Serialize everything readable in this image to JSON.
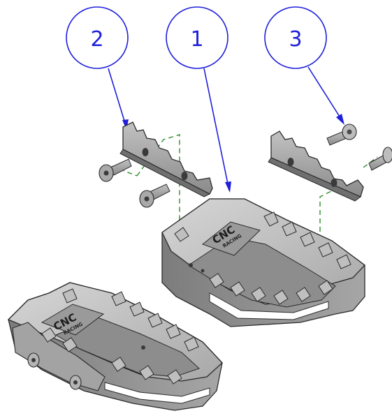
{
  "diagram": {
    "callouts": [
      {
        "id": "callout-2",
        "label": "2"
      },
      {
        "id": "callout-1",
        "label": "1"
      },
      {
        "id": "callout-3",
        "label": "3"
      }
    ],
    "brand_logo": {
      "top": "CNC",
      "bottom": "RACING"
    },
    "colors": {
      "callout": "#1f1fdc",
      "dashed_guide": "#2e8b2e",
      "part_fill": "#9d9d9d",
      "part_top": "#c9c9c9",
      "part_shadow": "#6f6f6f",
      "outline": "#2b2b2b"
    }
  }
}
